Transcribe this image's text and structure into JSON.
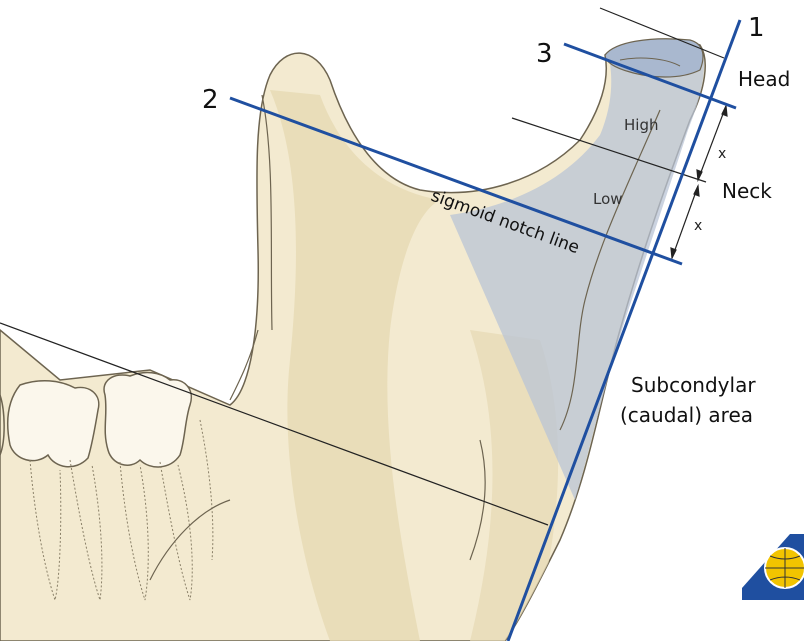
{
  "labels": {
    "line_1": "1",
    "line_2": "2",
    "line_3": "3",
    "head": "Head",
    "neck": "Neck",
    "high": "High",
    "low": "Low",
    "x_upper": "x",
    "x_lower": "x",
    "sigmoid_notch_line": "sigmoid notch line",
    "subcondylar_line1": "Subcondylar",
    "subcondylar_line2": "(caudal) area"
  },
  "colors": {
    "bone": "#f3ead0",
    "bone_shadow": "#e6d9b3",
    "bone_outline": "#6d6450",
    "condyle_region": "#b9c4d6",
    "blue_line": "#1f4fa0",
    "thin_line": "#222222"
  },
  "logo": {
    "icon": "globe-icon"
  }
}
